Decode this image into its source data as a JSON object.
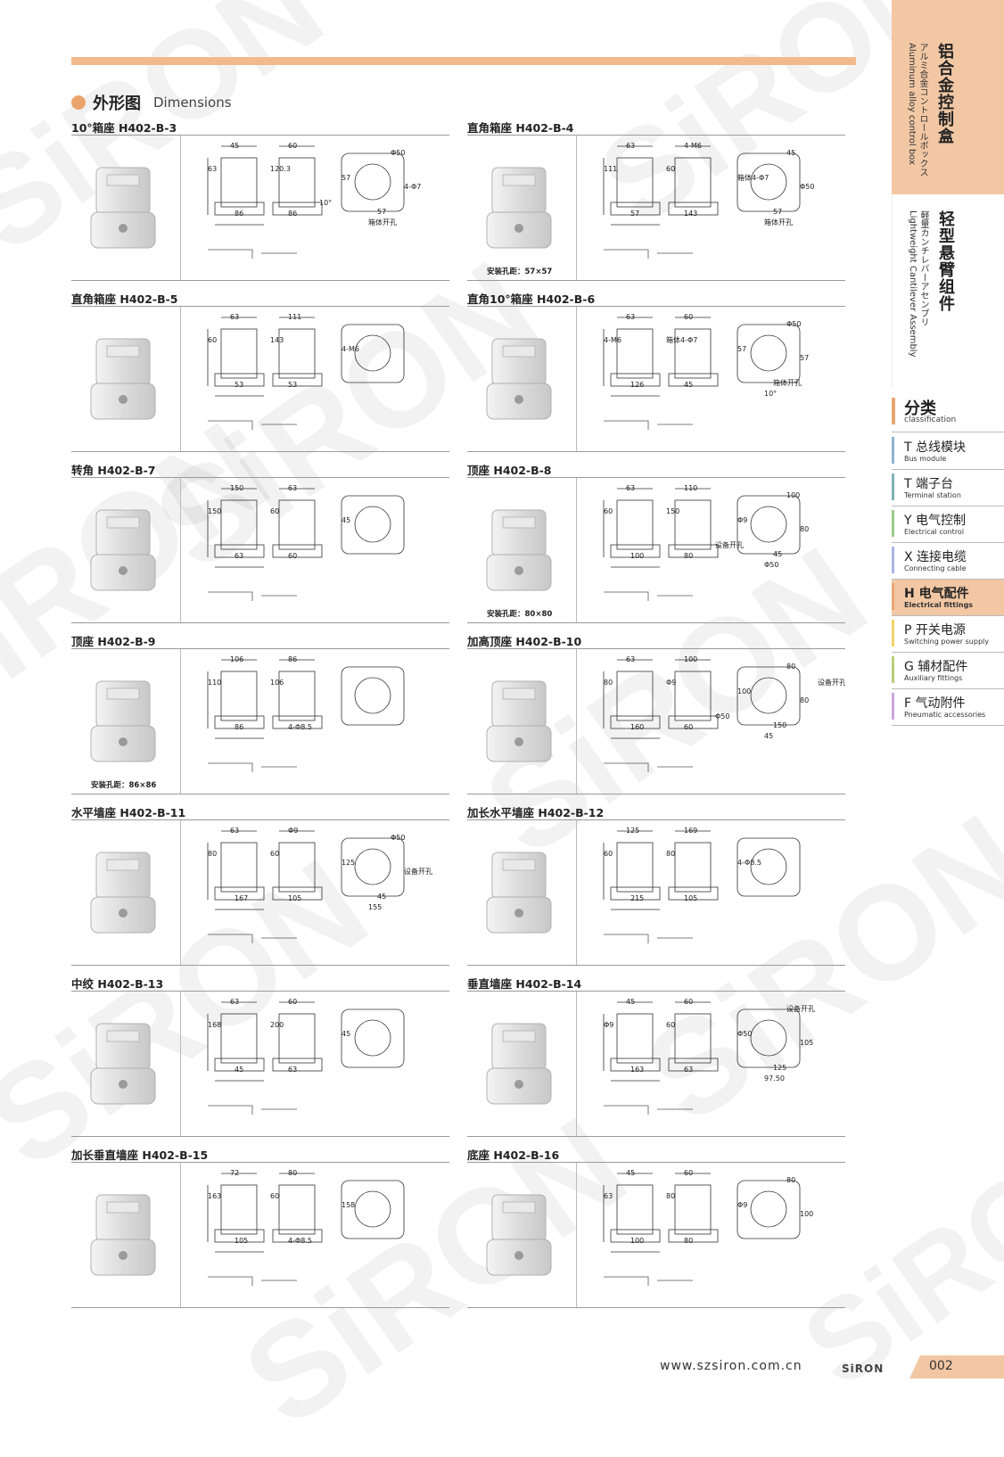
{
  "watermarks": [
    "SiRON",
    "SiRON",
    "SiRON",
    "SiRON",
    "SiRON",
    "SiRON",
    "SiRON",
    "SiRON",
    "SiRON"
  ],
  "section": {
    "title_cn": "外形图",
    "title_en": "Dimensions"
  },
  "cells": [
    {
      "title": "10°箱座  H402-B-3",
      "note": "",
      "dims": [
        "45",
        "60",
        "63",
        "120.3",
        "86",
        "86",
        "57",
        "Φ50",
        "4-Φ7",
        "57",
        "箱体开孔",
        "10°"
      ]
    },
    {
      "title": "直角箱座  H402-B-4",
      "note": "安装孔距：57×57",
      "dims": [
        "63",
        "4-M6",
        "111",
        "60",
        "57",
        "143",
        "箱体4-Φ7",
        "45",
        "Φ50",
        "57",
        "箱体开孔"
      ]
    },
    {
      "title": "直角箱座  H402-B-5",
      "note": "",
      "dims": [
        "63",
        "111",
        "60",
        "143",
        "53",
        "53",
        "4-M6"
      ]
    },
    {
      "title": "直角10°箱座  H402-B-6",
      "note": "",
      "dims": [
        "63",
        "60",
        "4-M6",
        "箱体4-Φ7",
        "126",
        "45",
        "57",
        "Φ50",
        "57",
        "箱体开孔",
        "10°"
      ]
    },
    {
      "title": "转角  H402-B-7",
      "note": "",
      "dims": [
        "150",
        "63",
        "150",
        "60",
        "63",
        "60",
        "45"
      ]
    },
    {
      "title": "顶座  H402-B-8",
      "note": "安装孔距：80×80",
      "dims": [
        "63",
        "110",
        "60",
        "150",
        "100",
        "80",
        "Φ9",
        "100",
        "80",
        "45",
        "Φ50",
        "设备开孔"
      ]
    },
    {
      "title": "顶座  H402-B-9",
      "note": "安装孔距：86×86",
      "dims": [
        "106",
        "86",
        "110",
        "106",
        "86",
        "4-Φ8.5"
      ]
    },
    {
      "title": "加高顶座  H402-B-10",
      "note": "",
      "dims": [
        "63",
        "100",
        "80",
        "Φ9",
        "160",
        "60",
        "100",
        "80",
        "80",
        "150",
        "45",
        "Φ50",
        "设备开孔"
      ]
    },
    {
      "title": "水平墙座  H402-B-11",
      "note": "",
      "dims": [
        "63",
        "Φ9",
        "80",
        "60",
        "167",
        "105",
        "125",
        "Φ50",
        "设备开孔",
        "45",
        "155"
      ]
    },
    {
      "title": "加长水平墙座  H402-B-12",
      "note": "",
      "dims": [
        "125",
        "169",
        "60",
        "80",
        "215",
        "105",
        "4-Φ8.5"
      ]
    },
    {
      "title": "中绞  H402-B-13",
      "note": "",
      "dims": [
        "63",
        "60",
        "168",
        "200",
        "45",
        "63",
        "45"
      ]
    },
    {
      "title": "垂直墙座  H402-B-14",
      "note": "",
      "dims": [
        "45",
        "60",
        "Φ9",
        "60",
        "163",
        "63",
        "Φ50",
        "设备开孔",
        "105",
        "125",
        "97.50"
      ]
    },
    {
      "title": "加长垂直墙座  H402-B-15",
      "note": "",
      "dims": [
        "72",
        "80",
        "163",
        "60",
        "105",
        "4-Φ8.5",
        "158"
      ]
    },
    {
      "title": "底座  H402-B-16",
      "note": "",
      "dims": [
        "45",
        "60",
        "63",
        "80",
        "100",
        "80",
        "Φ9",
        "80",
        "100"
      ]
    }
  ],
  "sidebar": {
    "top_cn": "铝合金控制盒",
    "top_jp": "アルミ合金コントロールボックス",
    "top_en": "Aluminum alloy control box",
    "mid_cn": "轻型悬臂组件",
    "mid_jp": "軽量カンチレバーアセンブリ",
    "mid_en": "Lightweight Cantilever Assembly",
    "category_head_cn": "分类",
    "category_head_en": "classification",
    "categories": [
      {
        "cn": "T 总线模块",
        "en": "Bus module",
        "color": "#8fb3cf"
      },
      {
        "cn": "T 端子台",
        "en": "Terminal station",
        "color": "#7fb2b6"
      },
      {
        "cn": "Y 电气控制",
        "en": "Electrical control",
        "color": "#9ecb8c"
      },
      {
        "cn": "X 连接电缆",
        "en": "Connecting cable",
        "color": "#a9b8e0"
      },
      {
        "cn": "H 电气配件",
        "en": "Electrical fittings",
        "color": "#e8a574"
      },
      {
        "cn": "P 开关电源",
        "en": "Switching power supply",
        "color": "#f0d36b"
      },
      {
        "cn": "G 辅材配件",
        "en": "Auxiliary fittings",
        "color": "#b7cf7a"
      },
      {
        "cn": "F 气动附件",
        "en": "Pneumatic accessories",
        "color": "#c9a7d8"
      }
    ],
    "active_index": 4
  },
  "footer": {
    "url": "www.szsiron.com.cn",
    "logo": "SiRON",
    "page": "002"
  }
}
